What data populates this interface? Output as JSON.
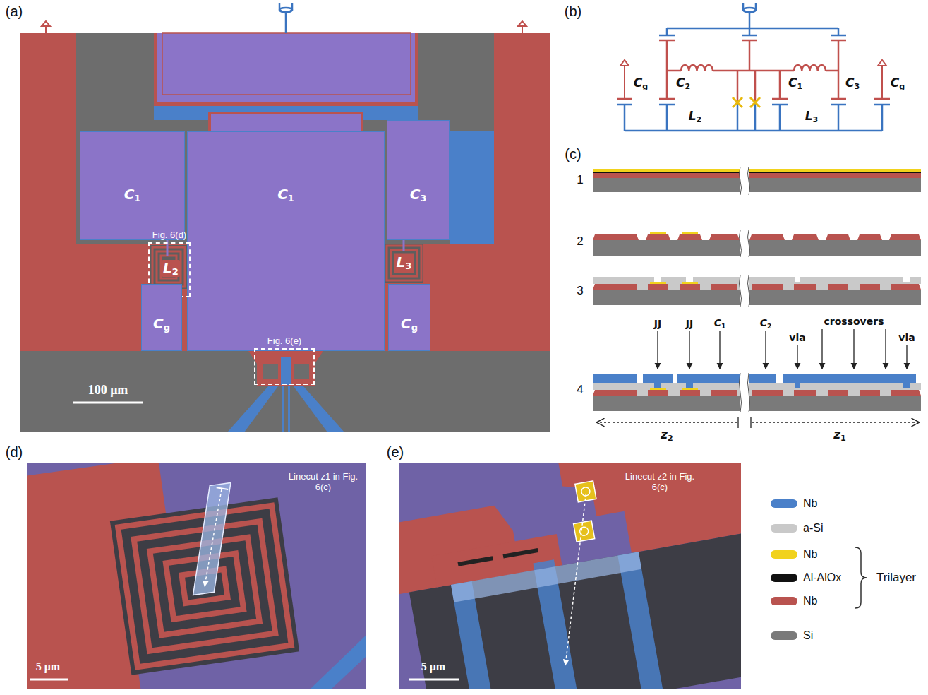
{
  "diagram": {
    "nodes": [
      {
        "text": [
          "C1"
        ]
      },
      {
        "text": [
          "C1"
        ]
      },
      {
        "text": [
          "C3"
        ]
      },
      {
        "text": [
          "Fig. 6(d)"
        ]
      },
      {
        "text": [
          "L2"
        ],
        "in": 3
      },
      {
        "text": [
          "L3"
        ]
      },
      {
        "text": [
          "Cg"
        ]
      },
      {
        "text": [
          "Cg"
        ]
      },
      {
        "text": [
          "Fig. 6(e)"
        ]
      }
    ],
    "labels": [
      "(a)",
      "100 μm",
      "(b)",
      "Cg",
      "C2",
      "L2",
      "C1",
      "C3",
      "L3",
      "Cg",
      "(c)",
      "1",
      "2",
      "3",
      "4",
      "JJ",
      "JJ",
      "C1",
      "C2",
      "via",
      "crossovers",
      "via",
      "z2",
      "z1",
      "(d)",
      "Linecut z1 in Fig. 6(c)",
      "5 μm",
      "(e)",
      "Linecut z2 in Fig. 6(c)",
      "5 μm",
      "Trilayer"
    ],
    "legend": [
      {
        "text": "Nb",
        "color": "#4a80c9"
      },
      {
        "text": "a-Si",
        "color": "#c9c9c9"
      },
      {
        "text": "Nb",
        "color": "#f1d21c"
      },
      {
        "text": "Al-AlOx",
        "color": "#111111"
      },
      {
        "text": "Nb",
        "color": "#b9534f"
      },
      {
        "text": "Si",
        "color": "#7a7a7a"
      }
    ]
  }
}
